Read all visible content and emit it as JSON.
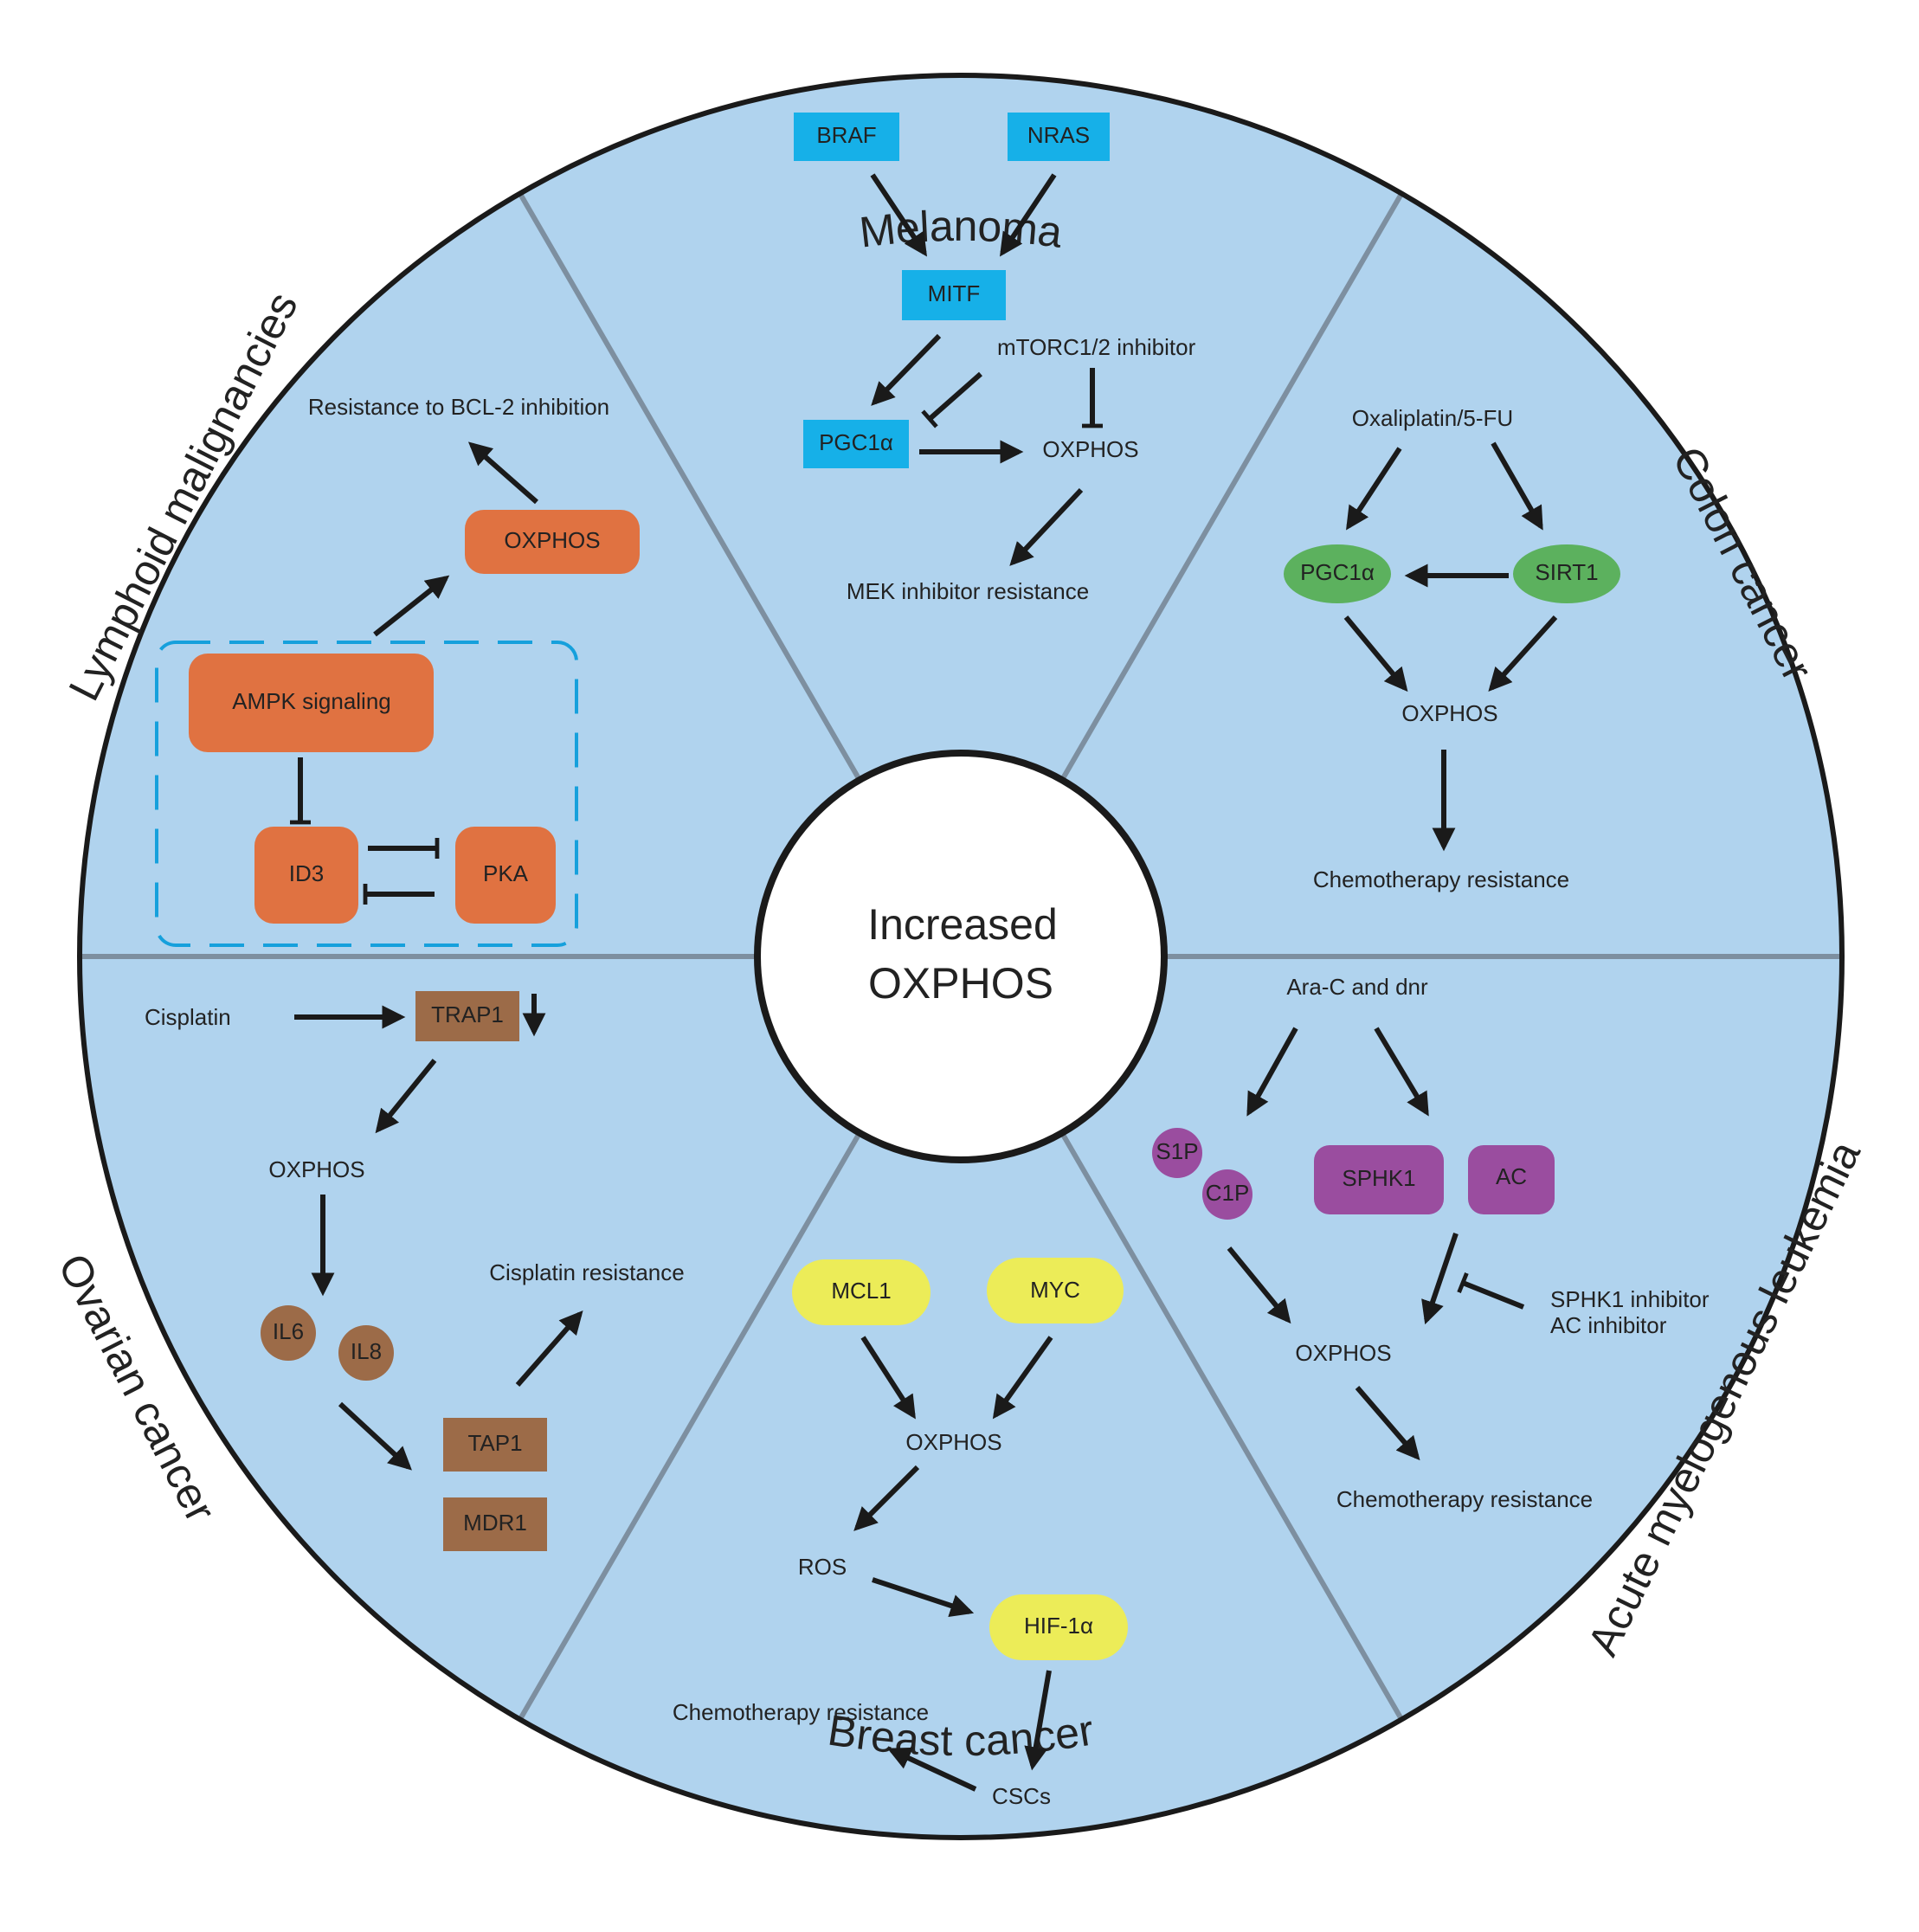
{
  "center": {
    "line1": "Increased",
    "line2": "OXPHOS"
  },
  "colors": {
    "background": "#b0d3ee",
    "divider": "#7d8fa0",
    "melanoma": "#16b0e8",
    "lymphoid": "#e07241",
    "colon": "#5cb15e",
    "aml": "#9a4d9f",
    "breast": "#ecec58",
    "ovarian": "#9c6b48"
  },
  "sections": {
    "melanoma": {
      "title": "Melanoma",
      "braf": "BRAF",
      "nras": "NRAS",
      "mitf": "MITF",
      "pgc1a": "PGC1α",
      "mtorc_inhibitor": "mTORC1/2 inhibitor",
      "oxphos": "OXPHOS",
      "mek_resistance": "MEK inhibitor resistance"
    },
    "colon": {
      "title": "Colon cancer",
      "drug": "Oxaliplatin/5-FU",
      "pgc1a": "PGC1α",
      "sirt1": "SIRT1",
      "oxphos": "OXPHOS",
      "resistance": "Chemotherapy resistance"
    },
    "aml": {
      "title": "Acute myelogenous leukemia",
      "drug": "Ara-C and dnr",
      "s1p": "S1P",
      "c1p": "C1P",
      "sphk1": "SPHK1",
      "ac": "AC",
      "inhibitor1": "SPHK1 inhibitor",
      "inhibitor2": "AC inhibitor",
      "oxphos": "OXPHOS",
      "resistance": "Chemotherapy resistance"
    },
    "breast": {
      "title": "Breast cancer",
      "mcl1": "MCL1",
      "myc": "MYC",
      "oxphos": "OXPHOS",
      "ros": "ROS",
      "hif1a": "HIF-1α",
      "resistance": "Chemotherapy resistance",
      "cscs": "CSCs"
    },
    "ovarian": {
      "title": "Ovarian cancer",
      "cisplatin": "Cisplatin",
      "trap1": "TRAP1",
      "oxphos": "OXPHOS",
      "il6": "IL6",
      "il8": "IL8",
      "resistance": "Cisplatin resistance",
      "tap1": "TAP1",
      "mdr1": "MDR1"
    },
    "lymphoid": {
      "title": "Lymphoid malignancies",
      "resistance": "Resistance to BCL-2 inhibition",
      "oxphos": "OXPHOS",
      "ampk": "AMPK signaling",
      "id3": "ID3",
      "pka": "PKA"
    }
  }
}
